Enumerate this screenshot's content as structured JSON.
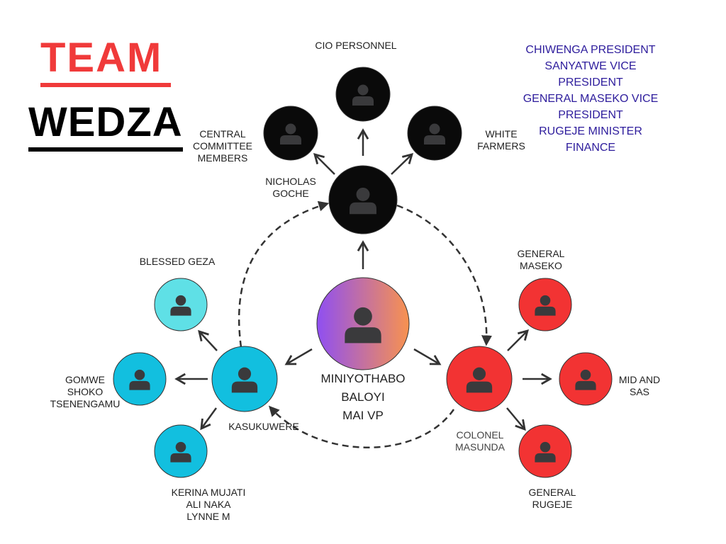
{
  "logo": {
    "team": "TEAM",
    "wedza": "WEDZA"
  },
  "roles": [
    "CHIWENGA PRESIDENT",
    "SANYATWE VICE PRESIDENT",
    "GENERAL MASEKO VICE PRESIDENT",
    "RUGEJE MINISTER FINANCE"
  ],
  "center": {
    "line1": "MINIYOTHABO",
    "line2": "BALOYI",
    "line3": "MAI VP"
  },
  "labels": {
    "cio": "CIO PERSONNEL",
    "central": "CENTRAL\nCOMMITTEE\nMEMBERS",
    "white": "WHITE\nFARMERS",
    "goche": "NICHOLAS\nGOCHE",
    "geza": "BLESSED GEZA",
    "gomwe": "GOMWE\nSHOKO\nTSENENGAMU",
    "kasukuwere": "KASUKUWERE",
    "kerina": "KERINA MUJATI\nALI NAKA\nLYNNE M",
    "maseko": "GENERAL\nMASEKO",
    "midsas": "MID AND\nSAS",
    "masunda": "COLONEL\nMASUNDA",
    "rugeje": "GENERAL\nRUGEJE"
  },
  "colors": {
    "black": "#0a0a0a",
    "cyan": "#12bfdf",
    "lightcyan": "#5fe0e6",
    "red": "#f23333",
    "icon": "#3a3a3c",
    "gradStart": "#8f4ff2",
    "gradEnd": "#f8924f"
  }
}
